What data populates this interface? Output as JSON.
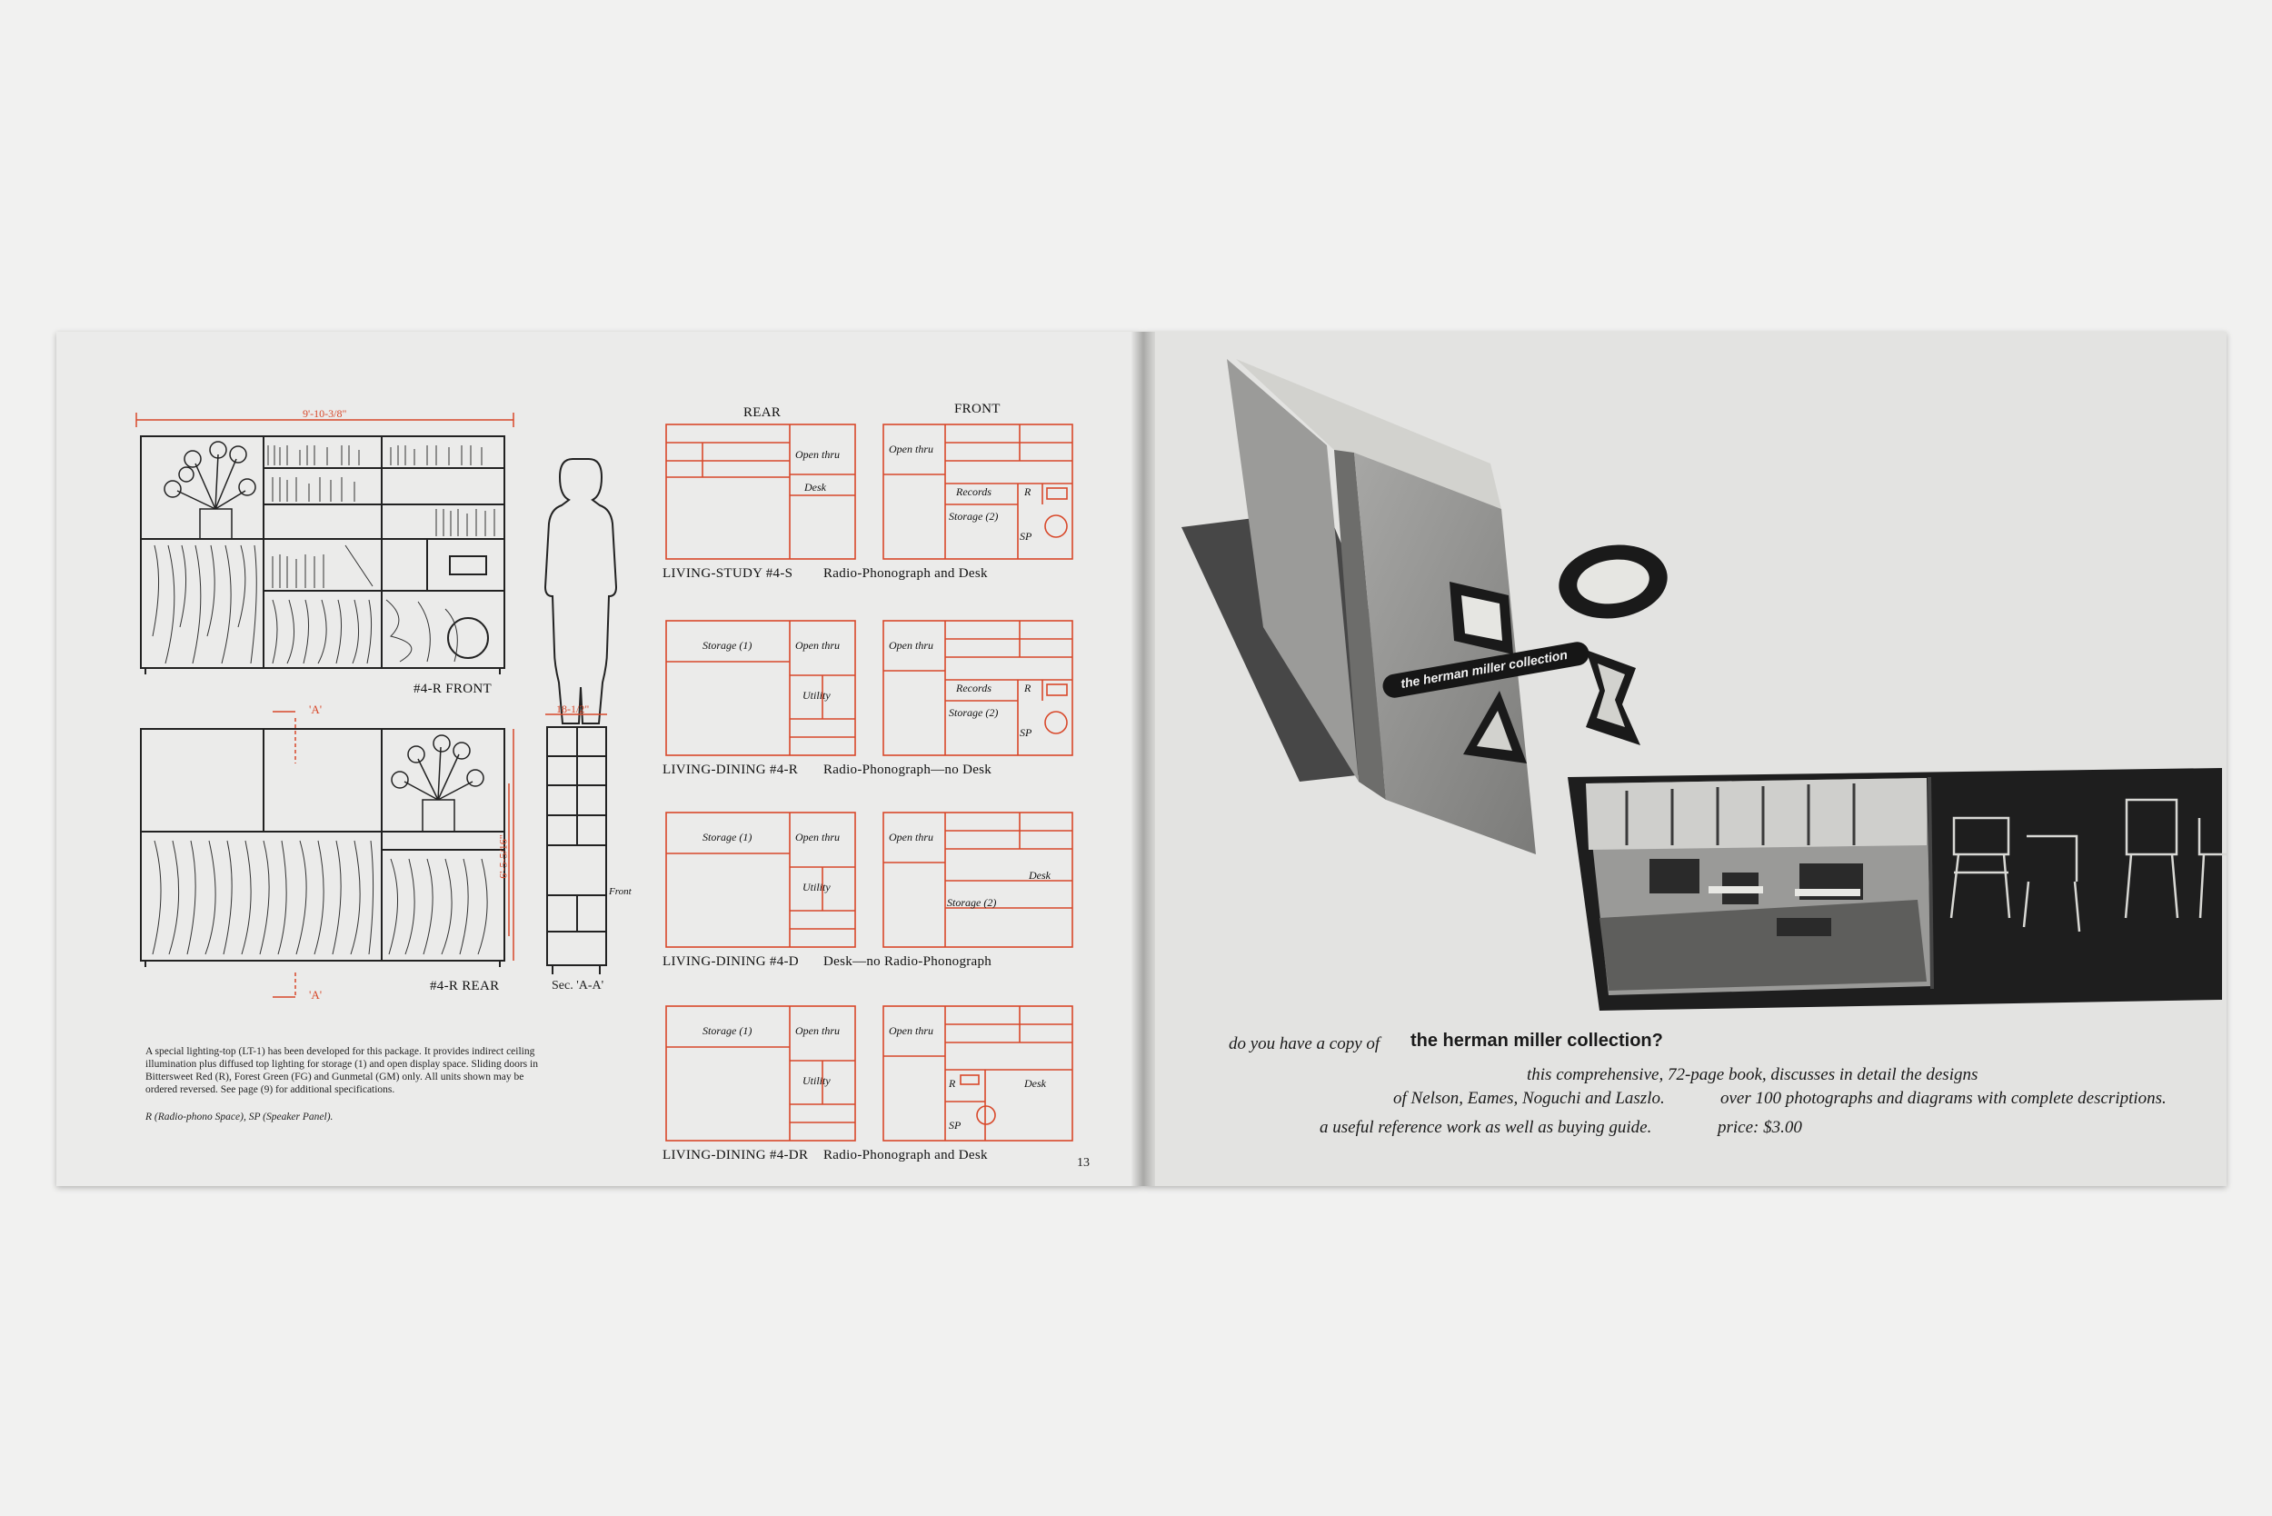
{
  "left_page": {
    "elevation_front": {
      "dimension": "9'-10-3/8\"",
      "label": "#4-R FRONT"
    },
    "elevation_rear": {
      "label": "#4-R REAR",
      "section_marker": "'A'",
      "section_marker_bottom": "'A'"
    },
    "section": {
      "width": "18-1/2\"",
      "height": "6'-5-5/16\"",
      "side_label": "Front",
      "label": "Sec. 'A-A'"
    },
    "plans": {
      "col_rear": "REAR",
      "col_front": "FRONT",
      "rows": [
        {
          "caption": "LIVING-STUDY #4-S",
          "desc": "Radio-Phonograph and Desk",
          "rear_cells": [
            "Open thru",
            "Desk"
          ],
          "front_cells": [
            "Open thru",
            "Records",
            "R",
            "Storage (2)",
            "SP"
          ]
        },
        {
          "caption": "LIVING-DINING #4-R",
          "desc": "Radio-Phonograph—no Desk",
          "rear_cells": [
            "Storage (1)",
            "Open thru",
            "Utility"
          ],
          "front_cells": [
            "Open thru",
            "Records",
            "R",
            "Storage (2)",
            "SP"
          ]
        },
        {
          "caption": "LIVING-DINING #4-D",
          "desc": "Desk—no Radio-Phonograph",
          "rear_cells": [
            "Storage (1)",
            "Open thru",
            "Utility"
          ],
          "front_cells": [
            "Open thru",
            "Desk",
            "Storage (2)"
          ]
        },
        {
          "caption": "LIVING-DINING #4-DR",
          "desc": "Radio-Phonograph and Desk",
          "rear_cells": [
            "Storage (1)",
            "Open thru",
            "Utility"
          ],
          "front_cells": [
            "Open thru",
            "R",
            "Desk",
            "SP"
          ]
        }
      ]
    },
    "note": "A special lighting-top (LT-1) has been developed for this package. It provides indirect ceiling illumination plus diffused top lighting for storage (1) and open display space. Sliding doors in Bittersweet Red (R), Forest Green (FG) and Gunmetal (GM) only. All units shown may be ordered reversed. See page (9) for additional specifications.",
    "note_legend": "R (Radio-phono Space), SP (Speaker Panel).",
    "page_number": "13"
  },
  "right_page": {
    "book_cover_title": "the herman miller collection",
    "promo_lead": "do you have a copy of",
    "promo_title": "the herman miller collection?",
    "promo_line2": "this comprehensive, 72-page book, discusses in detail the designs",
    "promo_line3a": "of Nelson, Eames, Noguchi and Laszlo.",
    "promo_line3b": "over 100 photographs and diagrams with complete descriptions.",
    "promo_line4a": "a useful reference work as well as buying guide.",
    "promo_line4b": "price: $3.00"
  },
  "colors": {
    "accent_red": "#d8482a",
    "ink": "#1a1a1a",
    "paper": "#ebebea"
  }
}
